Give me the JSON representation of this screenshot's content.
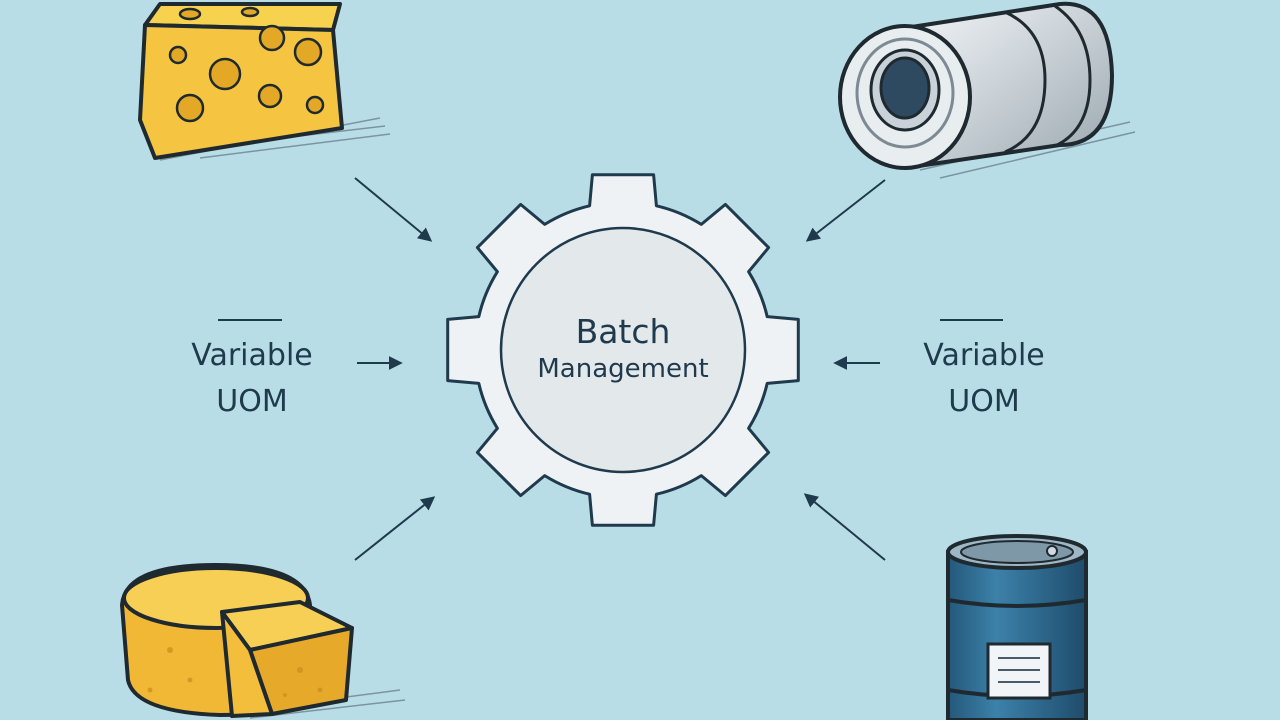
{
  "center": {
    "line1": "Batch",
    "line2": "Management"
  },
  "left_label": {
    "line1": "Variable",
    "line2": "UOM"
  },
  "right_label": {
    "line1": "Variable",
    "line2": "UOM"
  },
  "inputs": [
    {
      "icon": "cheese-block-icon"
    },
    {
      "icon": "steel-coil-icon"
    },
    {
      "icon": "cheese-wheel-icon"
    },
    {
      "icon": "oil-drum-icon"
    }
  ],
  "colors": {
    "background": "#b9dde6",
    "ink": "#1f3a4d",
    "cheese": "#f5c542",
    "drum": "#2f6f95",
    "gear": "#eef2f4"
  }
}
